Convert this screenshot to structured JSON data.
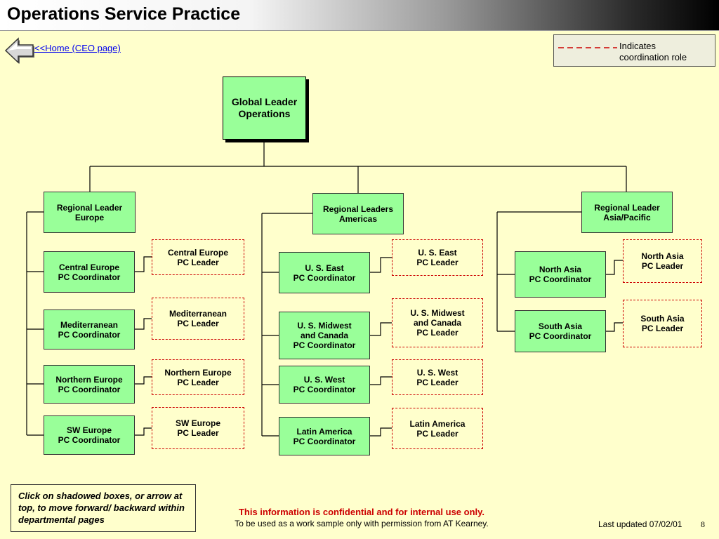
{
  "header": {
    "title": "Operations Service Practice"
  },
  "nav": {
    "back_icon": "left-arrow-icon",
    "home_link": "<<Home (CEO page)"
  },
  "legend": {
    "text": "Indicates\ncoordination role",
    "line_color": "#CC0000"
  },
  "org": {
    "global": {
      "label": "Global Leader\nOperations"
    },
    "europe": {
      "leader": "Regional Leader\nEurope",
      "units": [
        {
          "coordinator": "Central Europe\nPC Coordinator",
          "leader": "Central Europe\nPC Leader"
        },
        {
          "coordinator": "Mediterranean\nPC Coordinator",
          "leader": "Mediterranean\nPC Leader"
        },
        {
          "coordinator": "Northern Europe\nPC Coordinator",
          "leader": "Northern Europe\nPC Leader"
        },
        {
          "coordinator": "SW Europe\nPC Coordinator",
          "leader": "SW Europe\nPC Leader"
        }
      ]
    },
    "americas": {
      "leader": "Regional Leaders\nAmericas",
      "units": [
        {
          "coordinator": "U. S. East\nPC Coordinator",
          "leader": "U. S. East\nPC Leader"
        },
        {
          "coordinator": "U. S. Midwest\nand Canada\nPC Coordinator",
          "leader": "U. S. Midwest\nand Canada\nPC Leader"
        },
        {
          "coordinator": "U. S. West\nPC Coordinator",
          "leader": "U. S. West\nPC Leader"
        },
        {
          "coordinator": "Latin America\nPC Coordinator",
          "leader": "Latin America\nPC Leader"
        }
      ]
    },
    "asia": {
      "leader": "Regional Leader\nAsia/Pacific",
      "units": [
        {
          "coordinator": "North Asia\nPC Coordinator",
          "leader": "North Asia\nPC Leader"
        },
        {
          "coordinator": "South Asia\nPC Coordinator",
          "leader": "South Asia\nPC Leader"
        }
      ]
    }
  },
  "footer": {
    "instruction": "Click on shadowed boxes, or arrow at top, to move forward/ backward within departmental pages",
    "confidential": "This information is confidential and for internal use only.",
    "work_sample": "To be used as a work sample only with permission from AT Kearney.",
    "last_updated": "Last updated 07/02/01",
    "page_number": "8"
  },
  "colors": {
    "background": "#FFFFCC",
    "box_fill": "#99FF99",
    "dashed_border": "#CC0000"
  }
}
